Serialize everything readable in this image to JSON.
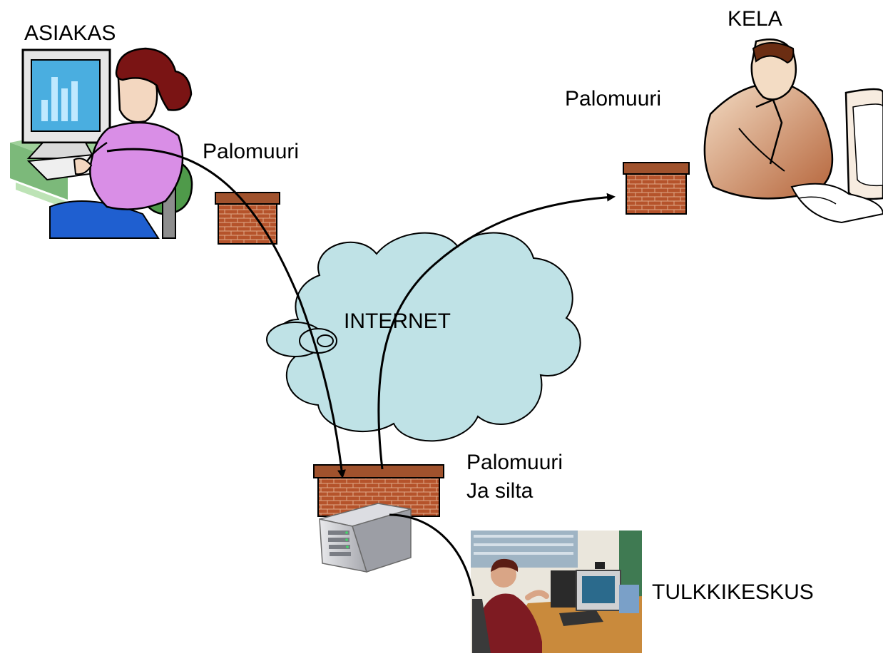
{
  "labels": {
    "asiakas": "ASIAKAS",
    "kela": "KELA",
    "palomuuri_client": "Palomuuri",
    "palomuuri_kela": "Palomuuri",
    "internet": "INTERNET",
    "palomuuri_bridge_line1": "Palomuuri",
    "palomuuri_bridge_line2": "Ja silta",
    "tulkkikeskus": "TULKKIKESKUS"
  },
  "colors": {
    "cloud_fill": "#bfe2e6",
    "brick": "#b5532b",
    "brick_mortar": "#e0a98a",
    "wall_cap": "#a0522d"
  },
  "icons": [
    "client-person-icon",
    "kela-person-icon",
    "firewall-icon",
    "server-icon",
    "interpreter-photo",
    "cloud-icon"
  ]
}
